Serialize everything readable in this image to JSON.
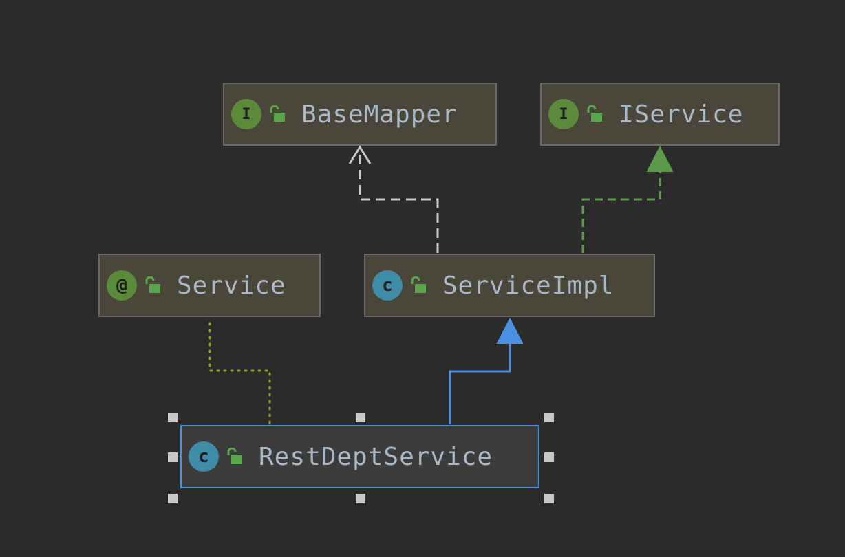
{
  "colors": {
    "background": "#2b2b2b",
    "node_fill": "#4a4639",
    "node_border": "#6a6a6a",
    "selected_border": "#4a8fe0",
    "interface_badge": "#5a8a3a",
    "class_badge": "#3e8ca8",
    "label_text": "#a9b7c6",
    "lock_icon": "#5aa64a",
    "edge_dependency": "#c8c8c8",
    "edge_implements": "#5a9a4a",
    "edge_extends": "#4a8fe0",
    "edge_annotation": "#9aa020"
  },
  "nodes": {
    "basemapper": {
      "badge": "I",
      "kind": "interface",
      "label": "BaseMapper",
      "icon": "interface-icon"
    },
    "iservice": {
      "badge": "I",
      "kind": "interface",
      "label": "IService",
      "icon": "interface-icon"
    },
    "service": {
      "badge": "@",
      "kind": "annotation",
      "label": "Service",
      "icon": "annotation-icon"
    },
    "serviceimpl": {
      "badge": "c",
      "kind": "class",
      "label": "ServiceImpl",
      "icon": "class-icon"
    },
    "restdeptservice": {
      "badge": "c",
      "kind": "class",
      "label": "RestDeptService",
      "icon": "class-icon",
      "selected": true
    }
  },
  "edges": [
    {
      "from": "serviceimpl",
      "to": "basemapper",
      "type": "dependency"
    },
    {
      "from": "serviceimpl",
      "to": "iservice",
      "type": "implements"
    },
    {
      "from": "restdeptservice",
      "to": "serviceimpl",
      "type": "extends"
    },
    {
      "from": "restdeptservice",
      "to": "service",
      "type": "annotated-with"
    }
  ]
}
